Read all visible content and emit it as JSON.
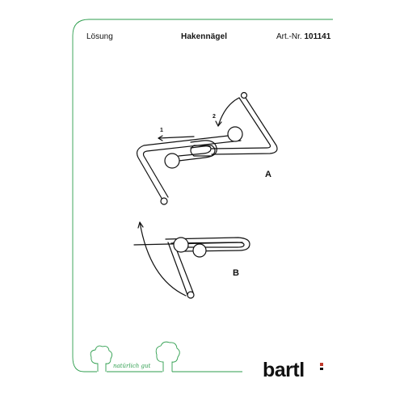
{
  "header": {
    "left": "Lösung",
    "center": "Hakennägel",
    "right_prefix": "Art.-Nr.",
    "right_number": "101141"
  },
  "figures": {
    "a_label": "A",
    "b_label": "B",
    "step1": "1",
    "step2": "2"
  },
  "footer": {
    "slogan": "natürlich gut",
    "brand": "bartl"
  },
  "colors": {
    "frame": "#2e9e4e",
    "ink": "#111111",
    "brand_accent": "#c0392b"
  }
}
